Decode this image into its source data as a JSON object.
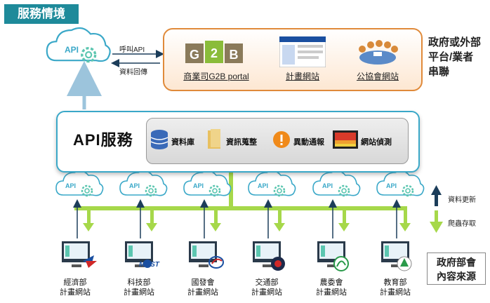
{
  "title": "服務情境",
  "external": {
    "label_lines": [
      "政府或外部",
      "平台/業者",
      "串聯"
    ],
    "sites": [
      {
        "name": "商業司G2B portal",
        "icon": "g2b-logo-icon"
      },
      {
        "name": "計畫網站",
        "icon": "website-screenshot-icon"
      },
      {
        "name": "公協會網站",
        "icon": "meeting-icon"
      }
    ]
  },
  "top_api": {
    "cloud_text": "API",
    "call_label": "呼叫API",
    "return_label": "資料回傳"
  },
  "api_service": {
    "title": "API服務",
    "items": [
      {
        "label": "資料庫",
        "icon": "database-icon"
      },
      {
        "label": "資訊蒐整",
        "icon": "folder-icon"
      },
      {
        "label": "異動通報",
        "icon": "alert-icon"
      },
      {
        "label": "網站偵測",
        "icon": "monitor-chart-icon"
      }
    ]
  },
  "legend": {
    "update": "資料更新",
    "crawl": "爬蟲存取"
  },
  "cloud_text": "API",
  "departments": [
    {
      "line1": "經濟部",
      "line2": "計畫網站"
    },
    {
      "line1": "科技部",
      "line2": "計畫網站",
      "logo": "MOST"
    },
    {
      "line1": "國發會",
      "line2": "計畫網站"
    },
    {
      "line1": "交通部",
      "line2": "計畫網站"
    },
    {
      "line1": "農委會",
      "line2": "計畫網站"
    },
    {
      "line1": "教育部",
      "line2": "計畫網站"
    }
  ],
  "source_label": {
    "line1": "政府部會",
    "line2": "內容來源"
  },
  "colors": {
    "teal": "#1e8a9a",
    "green": "#a6d84a",
    "orange": "#e08a3a",
    "sky": "#3aa8c8",
    "navy": "#1c3d5a"
  }
}
